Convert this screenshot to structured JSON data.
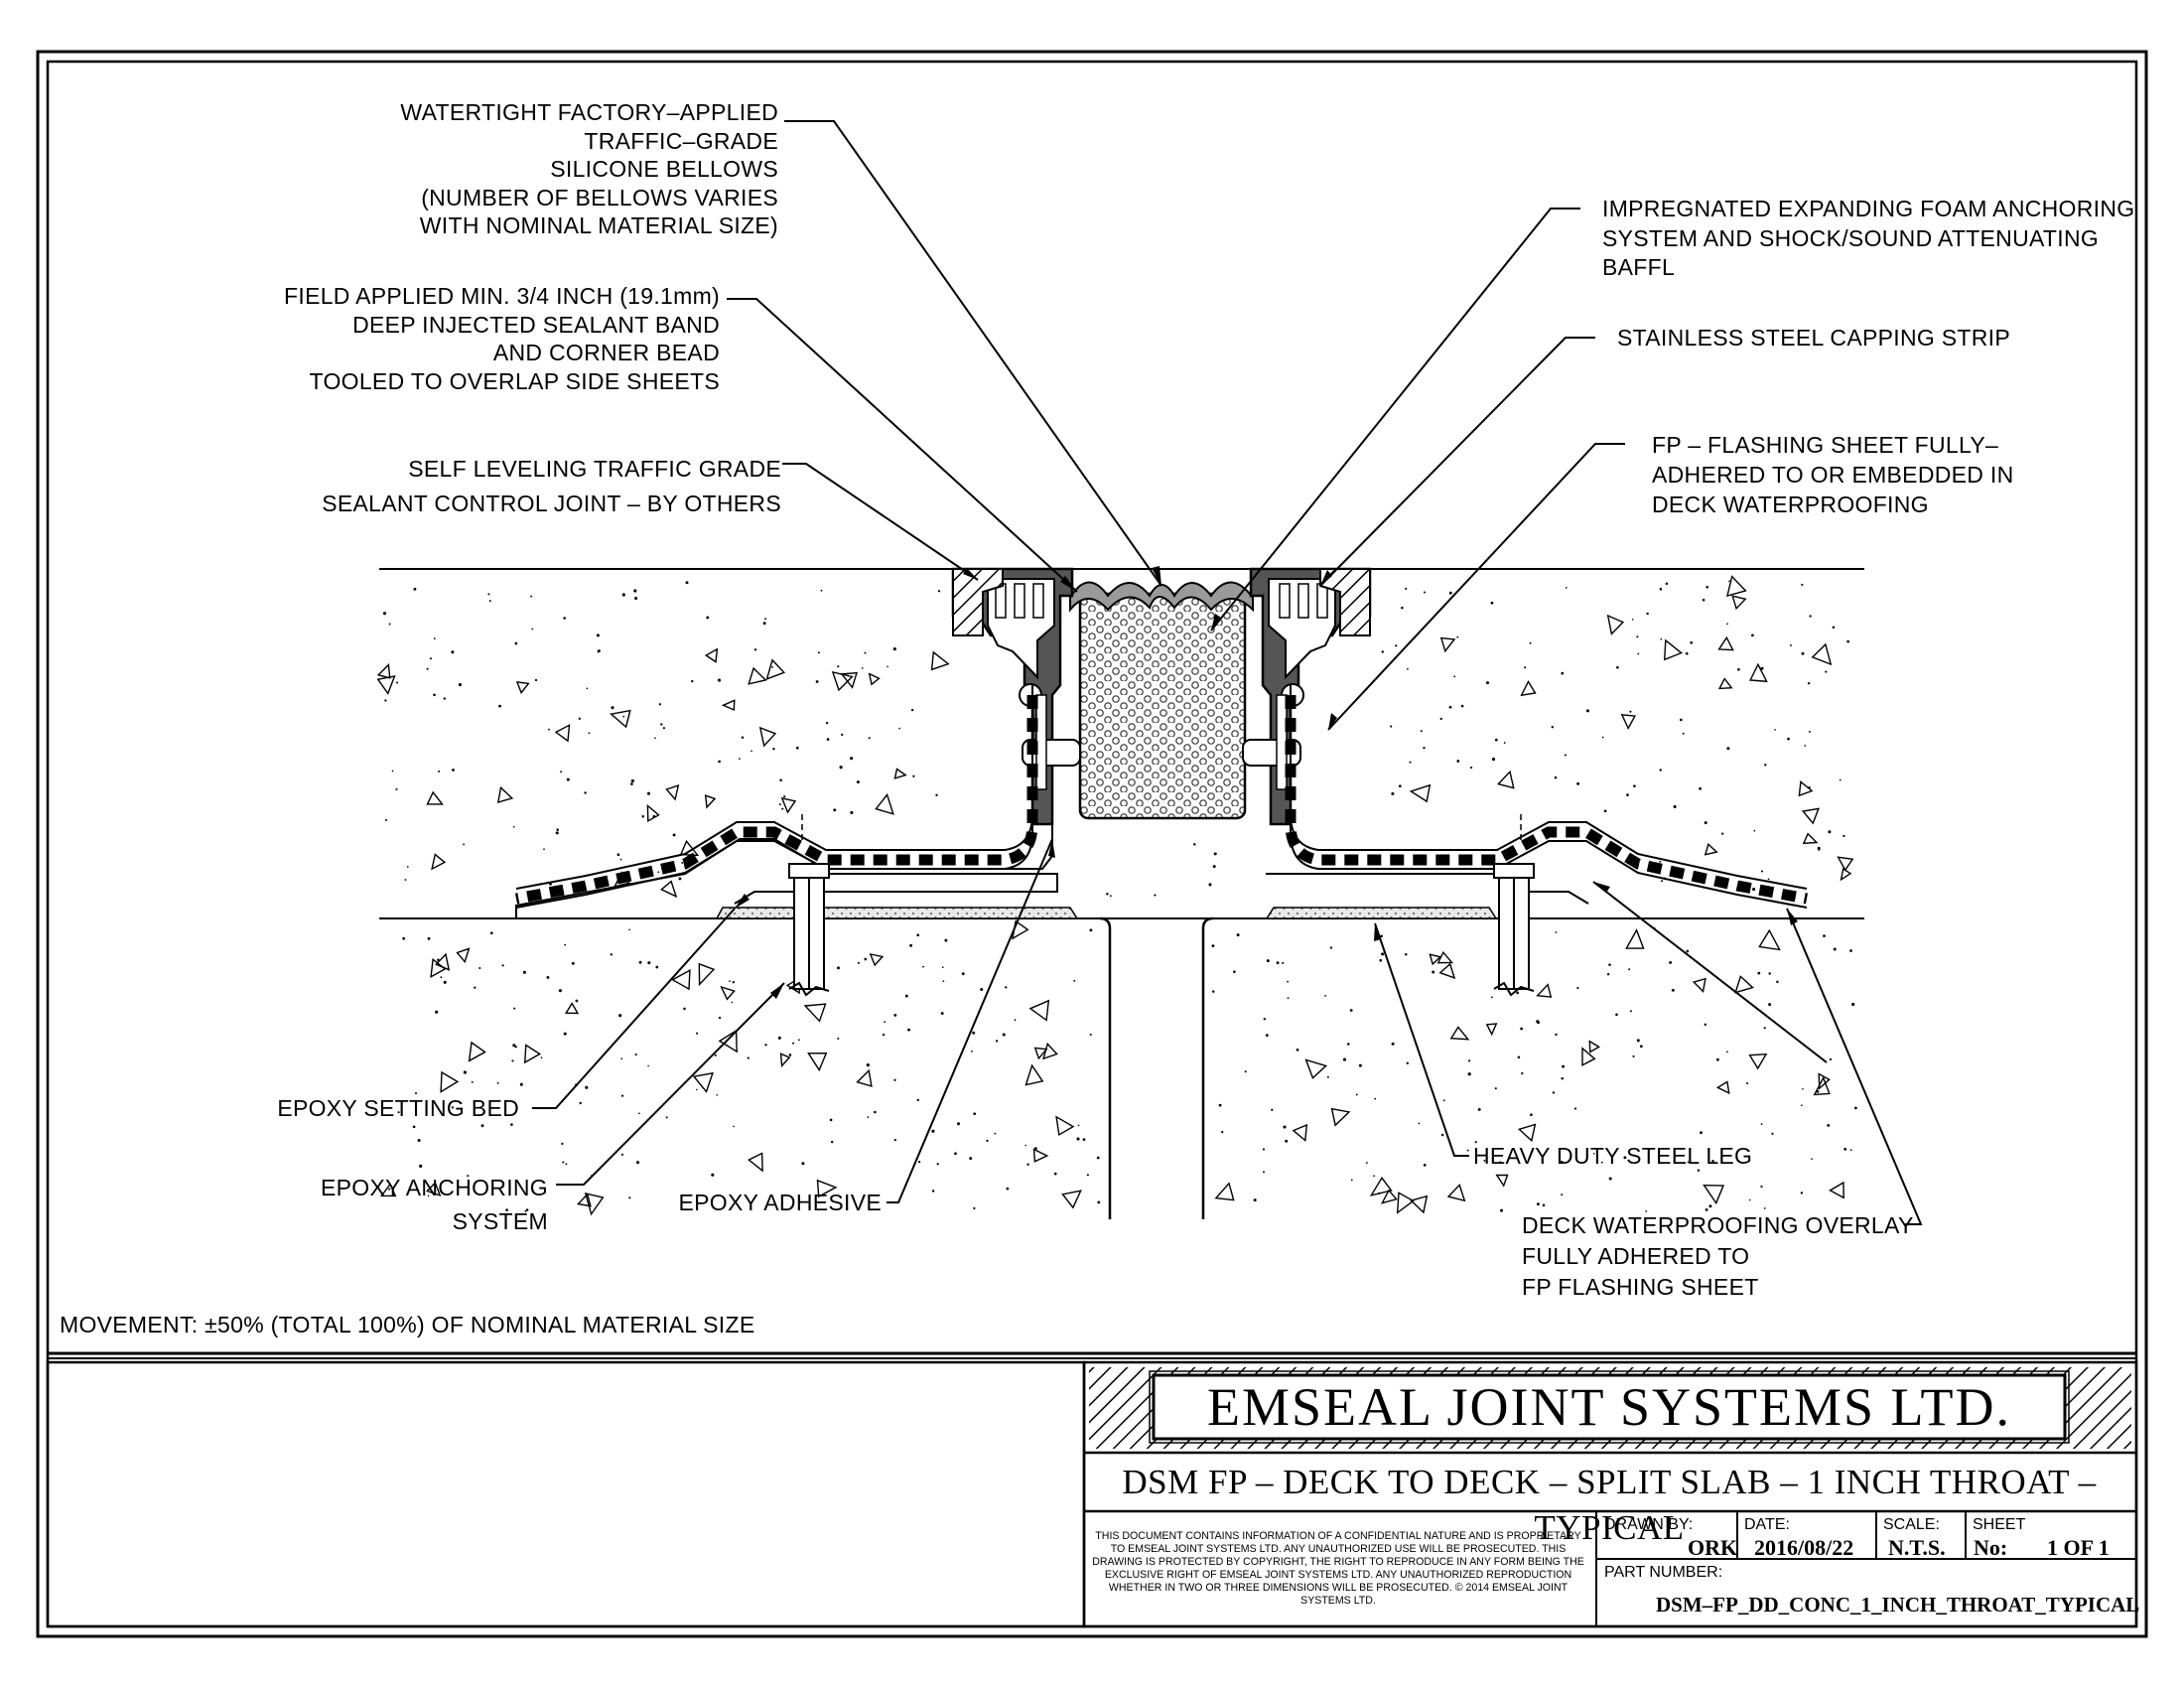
{
  "callouts": {
    "bellows": [
      "WATERTIGHT FACTORY–APPLIED",
      "TRAFFIC–GRADE",
      "SILICONE BELLOWS",
      "(NUMBER OF BELLOWS VARIES",
      "WITH NOMINAL MATERIAL SIZE)"
    ],
    "sealant_band": [
      "FIELD APPLIED MIN. 3/4 INCH (19.1mm)",
      "DEEP INJECTED SEALANT BAND",
      "AND CORNER BEAD",
      "TOOLED TO OVERLAP SIDE SHEETS"
    ],
    "control_joint": [
      "SELF LEVELING TRAFFIC GRADE",
      "SEALANT CONTROL JOINT – BY OTHERS"
    ],
    "foam": [
      "IMPREGNATED EXPANDING FOAM ANCHORING",
      "SYSTEM AND SHOCK/SOUND ATTENUATING",
      "BAFFL"
    ],
    "capping": [
      "STAINLESS STEEL CAPPING STRIP"
    ],
    "flashing": [
      "FP –   FLASHING SHEET FULLY–",
      "ADHERED TO OR EMBEDDED IN",
      "DECK WATERPROOFING"
    ],
    "setting_bed": [
      "EPOXY SETTING BED"
    ],
    "anchoring": [
      "EPOXY ANCHORING",
      "SYSTEM"
    ],
    "adhesive": [
      "EPOXY ADHESIVE"
    ],
    "steel_leg": [
      "HEAVY DUTY STEEL LEG"
    ],
    "overlay": [
      "DECK WATERPROOFING OVERLAY",
      "FULLY ADHERED TO",
      "FP FLASHING SHEET"
    ],
    "movement": [
      "MOVEMENT: ±50% (TOTAL 100%) OF NOMINAL MATERIAL SIZE"
    ]
  },
  "title_block": {
    "company": "EMSEAL JOINT SYSTEMS LTD.",
    "title": "DSM FP – DECK TO DECK – SPLIT SLAB – 1 INCH THROAT – TYPICAL",
    "confidential": "THIS DOCUMENT CONTAINS INFORMATION OF A CONFIDENTIAL NATURE AND IS PROPRIETARY TO EMSEAL JOINT SYSTEMS LTD. ANY UNAUTHORIZED USE WILL BE PROSECUTED. THIS DRAWING IS PROTECTED BY COPYRIGHT, THE RIGHT TO REPRODUCE IN ANY FORM BEING THE EXCLUSIVE RIGHT OF EMSEAL JOINT SYSTEMS LTD. ANY UNAUTHORIZED REPRODUCTION WHETHER IN TWO OR THREE DIMENSIONS WILL BE PROSECUTED. © 2014 EMSEAL JOINT SYSTEMS LTD.",
    "drawn_by_label": "DRAWN BY:",
    "drawn_by": "ORK",
    "date_label": "DATE:",
    "date": "2016/08/22",
    "scale_label": "SCALE:",
    "scale": "N.T.S.",
    "sheet_label": "SHEET",
    "sheet_no_label": "No:",
    "sheet": "1 OF 1",
    "part_number_label": "PART NUMBER:",
    "part_number": "DSM–FP_DD_CONC_1_INCH_THROAT_TYPICAL"
  }
}
